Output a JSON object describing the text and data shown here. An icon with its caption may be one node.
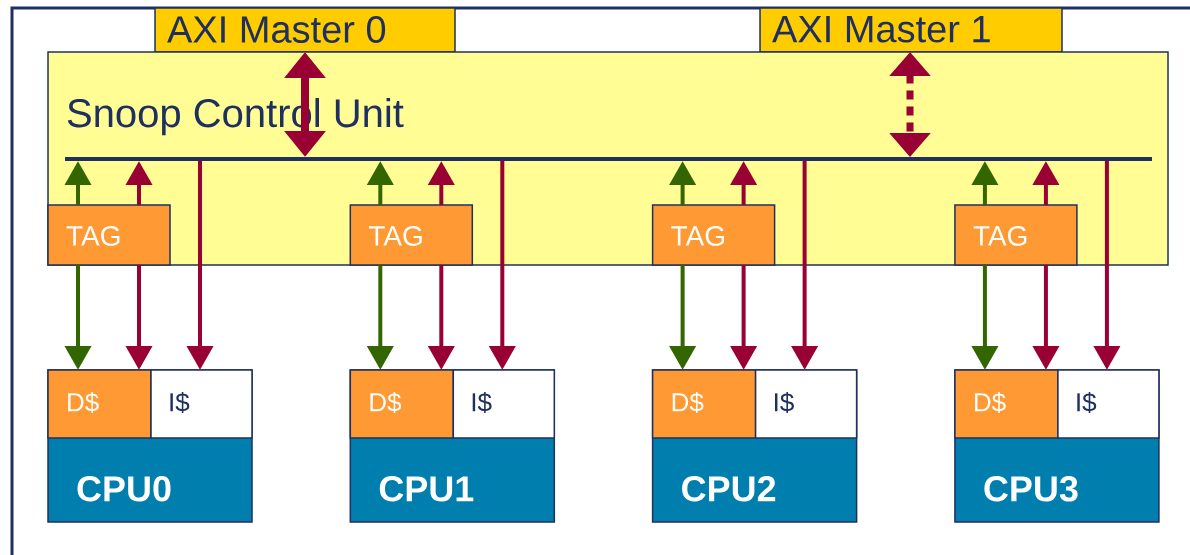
{
  "diagram": {
    "nodes": [
      {
        "text": [
          "AXI Master 0"
        ]
      },
      {
        "text": [
          "AXI Master 1"
        ]
      },
      {
        "text": [
          "Snoop Control Unit"
        ]
      },
      {
        "text": [],
        "shape": "bar",
        "in": 2
      },
      {
        "text": [
          "TAG"
        ],
        "in": 2
      },
      {
        "text": [
          "TAG"
        ],
        "in": 2
      },
      {
        "text": [
          "TAG"
        ],
        "in": 2
      },
      {
        "text": [
          "TAG"
        ],
        "in": 2
      },
      {
        "text": [
          "CPU0"
        ]
      },
      {
        "text": [
          "D$"
        ],
        "in": 8
      },
      {
        "text": [
          "I$"
        ],
        "in": 8
      },
      {
        "text": [
          "CPU1"
        ]
      },
      {
        "text": [
          "D$"
        ],
        "in": 11
      },
      {
        "text": [
          "I$"
        ],
        "in": 11
      },
      {
        "text": [
          "CPU2"
        ]
      },
      {
        "text": [
          "D$"
        ],
        "in": 14
      },
      {
        "text": [
          "I$"
        ],
        "in": 14
      },
      {
        "text": [
          "CPU3"
        ]
      },
      {
        "text": [
          "D$"
        ],
        "in": 17
      },
      {
        "text": [
          "I$"
        ],
        "in": 17
      }
    ],
    "edges": [
      {
        "from": 0,
        "to": 3,
        "arrow": "both",
        "style": "thick"
      },
      {
        "from": 1,
        "to": 3,
        "arrow": "both",
        "style": "dashed"
      },
      {
        "from": 4,
        "to": 3,
        "arrow": "to",
        "color": "#336600"
      },
      {
        "from": 4,
        "to": 3,
        "arrow": "to"
      },
      {
        "from": 4,
        "to": 9,
        "arrow": "to",
        "color": "#336600"
      },
      {
        "from": 4,
        "to": 9,
        "arrow": "to"
      },
      {
        "from": 3,
        "to": 10,
        "arrow": "to"
      },
      {
        "from": 5,
        "to": 3,
        "arrow": "to",
        "color": "#336600"
      },
      {
        "from": 5,
        "to": 3,
        "arrow": "to"
      },
      {
        "from": 5,
        "to": 12,
        "arrow": "to",
        "color": "#336600"
      },
      {
        "from": 5,
        "to": 12,
        "arrow": "to"
      },
      {
        "from": 3,
        "to": 13,
        "arrow": "to"
      },
      {
        "from": 6,
        "to": 3,
        "arrow": "to",
        "color": "#336600"
      },
      {
        "from": 6,
        "to": 3,
        "arrow": "to"
      },
      {
        "from": 6,
        "to": 15,
        "arrow": "to",
        "color": "#336600"
      },
      {
        "from": 6,
        "to": 15,
        "arrow": "to"
      },
      {
        "from": 3,
        "to": 16,
        "arrow": "to"
      },
      {
        "from": 7,
        "to": 3,
        "arrow": "to",
        "color": "#336600"
      },
      {
        "from": 7,
        "to": 3,
        "arrow": "to"
      },
      {
        "from": 7,
        "to": 18,
        "arrow": "to",
        "color": "#336600"
      },
      {
        "from": 7,
        "to": 18,
        "arrow": "to"
      },
      {
        "from": 3,
        "to": 19,
        "arrow": "to"
      }
    ]
  }
}
